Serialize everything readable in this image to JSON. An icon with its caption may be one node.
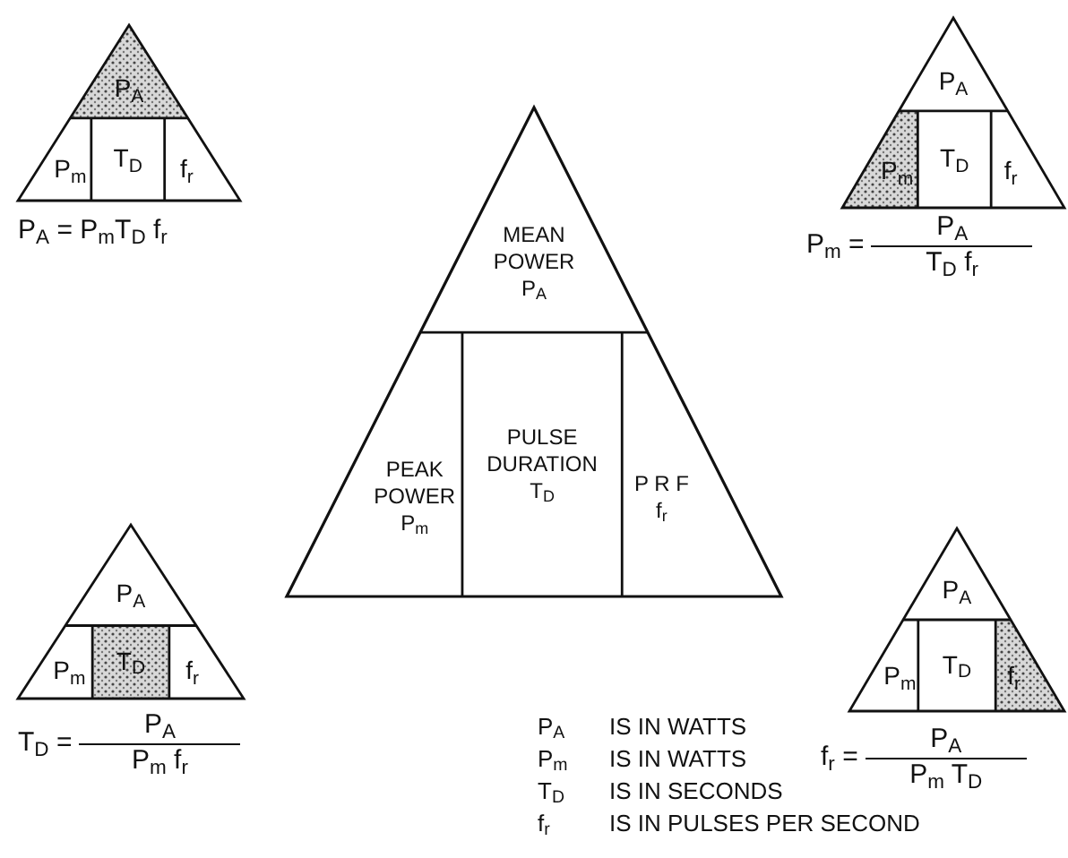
{
  "diagram": {
    "nodes": [
      {
        "text": [],
        "shape": "triangle",
        "beside": [
          "P$_{A}$ = P$_{m}$T$_{D}$ f$_{r}$"
        ]
      },
      {
        "text": [
          "P$_{A}$"
        ],
        "in": 0
      },
      {
        "text": [
          "P$_{m}$"
        ],
        "in": 0
      },
      {
        "text": [
          "T$_{D}$"
        ],
        "in": 0
      },
      {
        "text": [
          "f$_{r}$"
        ],
        "in": 0
      },
      {
        "text": [],
        "shape": "triangle",
        "beside": [
          "P$_{m}$ =",
          "P$_{A}$",
          "T$_{D}$ f$_{r}$"
        ]
      },
      {
        "text": [
          "P$_{A}$"
        ],
        "in": 5
      },
      {
        "text": [
          "P$_{m}$"
        ],
        "in": 5
      },
      {
        "text": [
          "T$_{D}$"
        ],
        "in": 5
      },
      {
        "text": [
          "f$_{r}$"
        ],
        "in": 5
      },
      {
        "text": [],
        "shape": "triangle"
      },
      {
        "text": [
          "MEAN POWER",
          "P$_{A}$"
        ],
        "in": 10
      },
      {
        "text": [
          "PEAK POWER",
          "P$_{m}$"
        ],
        "in": 10
      },
      {
        "text": [
          "PULSE DURATION",
          "T$_{D}$"
        ],
        "in": 10
      },
      {
        "text": [
          "P R F",
          "f$_{r}$"
        ],
        "in": 10
      },
      {
        "text": [],
        "shape": "triangle",
        "beside": [
          "T$_{D}$ =",
          "P$_{A}$",
          "P$_{m}$ f$_{r}$"
        ]
      },
      {
        "text": [
          "P$_{A}$"
        ],
        "in": 15
      },
      {
        "text": [
          "P$_{m}$"
        ],
        "in": 15
      },
      {
        "text": [
          "T$_{D}$"
        ],
        "in": 15
      },
      {
        "text": [
          "f$_{r}$"
        ],
        "in": 15
      },
      {
        "text": [],
        "shape": "triangle",
        "beside": [
          "f$_{r}$ =",
          "P$_{A}$",
          "P$_{m}$ T$_{D}$"
        ]
      },
      {
        "text": [
          "P$_{A}$"
        ],
        "in": 20
      },
      {
        "text": [
          "P$_{m}$"
        ],
        "in": 20
      },
      {
        "text": [
          "T$_{D}$"
        ],
        "in": 20
      },
      {
        "text": [
          "f$_{r}$"
        ],
        "in": 20
      }
    ],
    "labels": [
      "P$_{A}$",
      "IS IN WATTS",
      "P$_{m}$",
      "IS IN WATTS",
      "T$_{D}$",
      "IS IN SECONDS",
      "f$_{r}$",
      "IS IN PULSES PER SECOND"
    ]
  }
}
